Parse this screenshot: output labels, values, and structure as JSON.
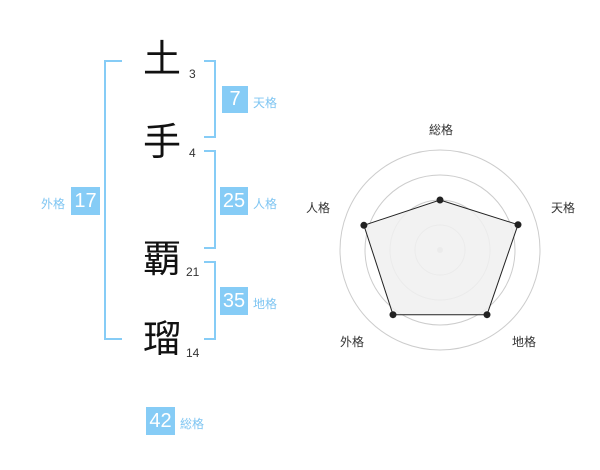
{
  "name": {
    "chars": [
      {
        "char": "土",
        "strokes": "3"
      },
      {
        "char": "手",
        "strokes": "4"
      },
      {
        "char": "覇",
        "strokes": "21"
      },
      {
        "char": "瑠",
        "strokes": "14"
      }
    ]
  },
  "fortune": {
    "tenkaku": {
      "value": "7",
      "label": "天格"
    },
    "jinkaku": {
      "value": "25",
      "label": "人格"
    },
    "chikaku": {
      "value": "35",
      "label": "地格"
    },
    "gaikaku": {
      "value": "17",
      "label": "外格"
    },
    "soukaku": {
      "value": "42",
      "label": "総格"
    }
  },
  "chart_data": {
    "type": "radar",
    "axes": [
      "総格",
      "天格",
      "地格",
      "外格",
      "人格"
    ],
    "values": [
      0.5,
      0.82,
      0.8,
      0.8,
      0.8
    ],
    "range": [
      0,
      1
    ],
    "rings": 4,
    "colors": {
      "fill": "#f0f0f0",
      "ring": "#cccccc",
      "line": "#222222",
      "point": "#222222"
    }
  }
}
